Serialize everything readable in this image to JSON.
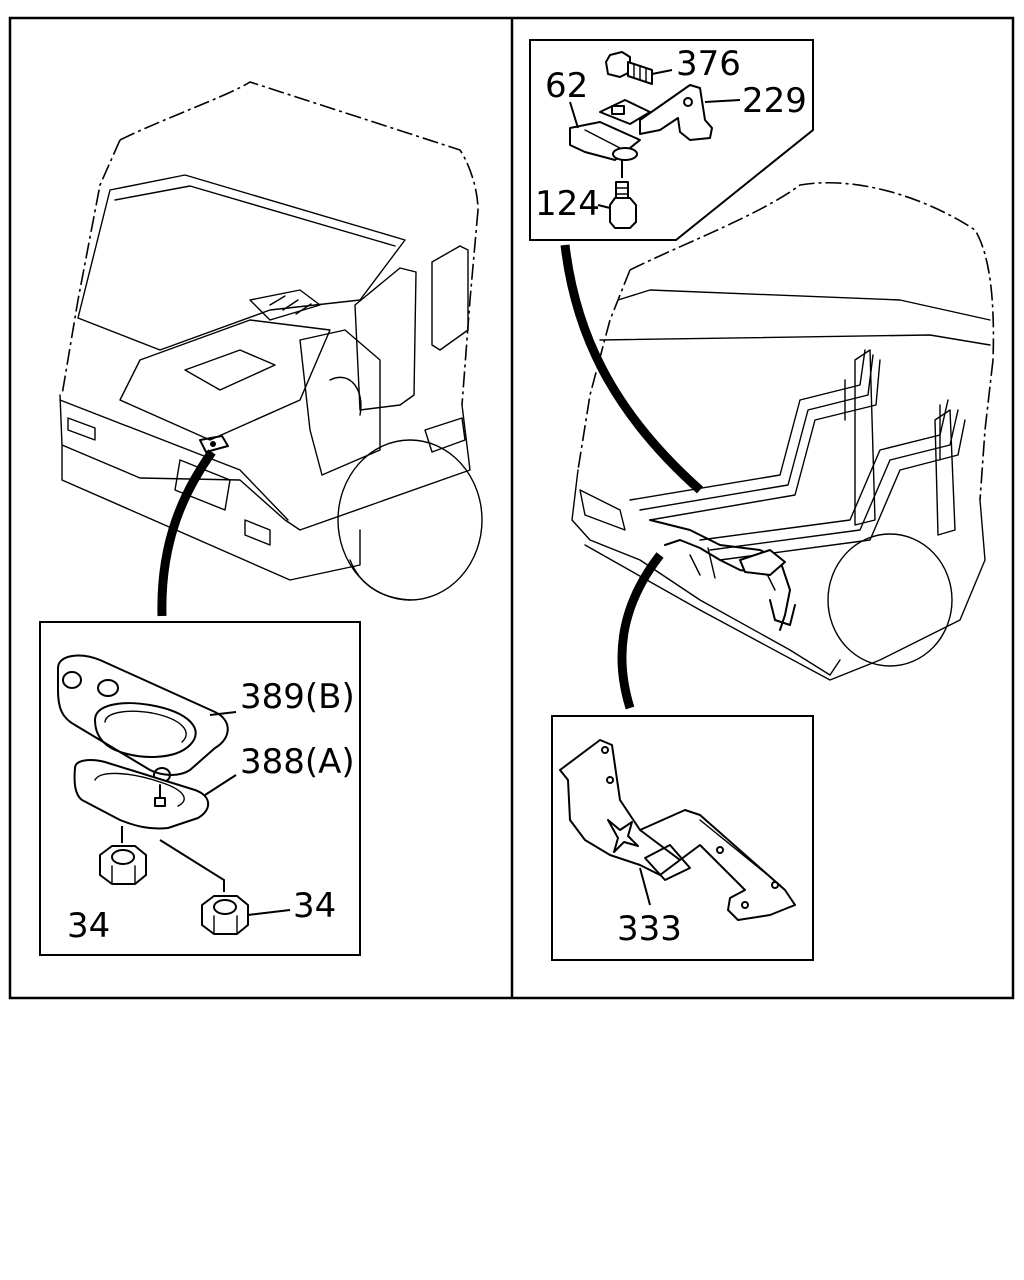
{
  "labels": {
    "l376": "376",
    "l62": "62",
    "l229": "229",
    "l124": "124",
    "l389": "389(B)",
    "l388": "388(A)",
    "l34a": "34",
    "l34b": "34",
    "l333": "333"
  }
}
